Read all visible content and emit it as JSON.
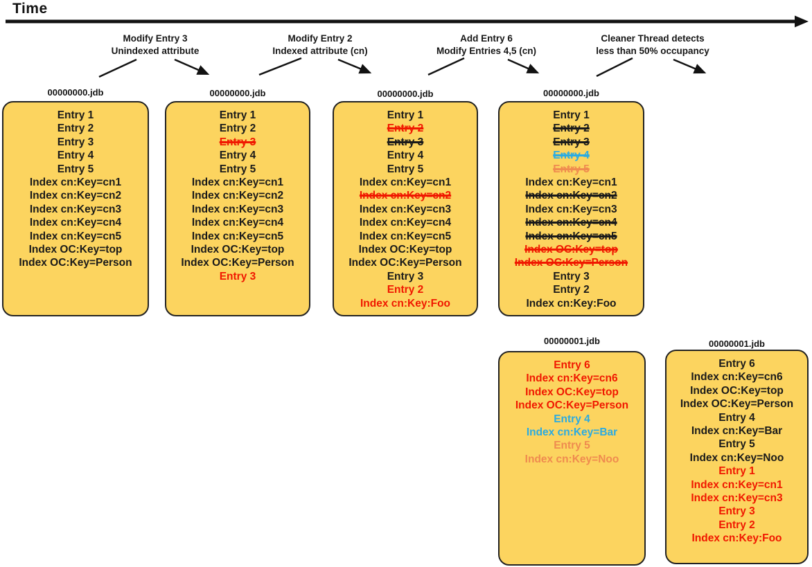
{
  "timeline": {
    "label": "Time"
  },
  "annotations": [
    {
      "line1": "Modify Entry 3",
      "line2": "Unindexed attribute"
    },
    {
      "line1": "Modify Entry 2",
      "line2": "Indexed attribute (cn)"
    },
    {
      "line1": "Add Entry 6",
      "line2": "Modify Entries 4,5 (cn)"
    },
    {
      "line1": "Cleaner Thread detects",
      "line2": "less than 50% occupancy"
    }
  ],
  "colors": {
    "box_fill": "#fcd45f",
    "box_border": "#222222",
    "black": "#1a1a1a",
    "red": "#f01800",
    "blue": "#2aabe2",
    "orange": "#ef8b4f"
  },
  "boxes": [
    {
      "title": "00000000.jdb",
      "entries": [
        {
          "text": "Entry 1",
          "color": "black"
        },
        {
          "text": "Entry 2",
          "color": "black"
        },
        {
          "text": "Entry 3",
          "color": "black"
        },
        {
          "text": "Entry 4",
          "color": "black"
        },
        {
          "text": "Entry 5",
          "color": "black"
        },
        {
          "text": "Index cn:Key=cn1",
          "color": "black"
        },
        {
          "text": "Index cn:Key=cn2",
          "color": "black"
        },
        {
          "text": "Index cn:Key=cn3",
          "color": "black"
        },
        {
          "text": "Index cn:Key=cn4",
          "color": "black"
        },
        {
          "text": "Index cn:Key=cn5",
          "color": "black"
        },
        {
          "text": "Index OC:Key=top",
          "color": "black"
        },
        {
          "text": "Index OC:Key=Person",
          "color": "black"
        }
      ]
    },
    {
      "title": "00000000.jdb",
      "entries": [
        {
          "text": "Entry 1",
          "color": "black"
        },
        {
          "text": "Entry 2",
          "color": "black"
        },
        {
          "text": "Entry 3",
          "color": "red",
          "strike": true
        },
        {
          "text": "Entry 4",
          "color": "black"
        },
        {
          "text": "Entry 5",
          "color": "black"
        },
        {
          "text": "Index cn:Key=cn1",
          "color": "black"
        },
        {
          "text": "Index cn:Key=cn2",
          "color": "black"
        },
        {
          "text": "Index cn:Key=cn3",
          "color": "black"
        },
        {
          "text": "Index cn:Key=cn4",
          "color": "black"
        },
        {
          "text": "Index cn:Key=cn5",
          "color": "black"
        },
        {
          "text": "Index OC:Key=top",
          "color": "black"
        },
        {
          "text": "Index OC:Key=Person",
          "color": "black"
        },
        {
          "text": "Entry 3",
          "color": "red"
        }
      ]
    },
    {
      "title": "00000000.jdb",
      "entries": [
        {
          "text": "Entry 1",
          "color": "black"
        },
        {
          "text": "Entry 2",
          "color": "red",
          "strike": true
        },
        {
          "text": "Entry 3",
          "color": "black",
          "strike": true
        },
        {
          "text": "Entry 4",
          "color": "black"
        },
        {
          "text": "Entry 5",
          "color": "black"
        },
        {
          "text": "Index cn:Key=cn1",
          "color": "black"
        },
        {
          "text": "Index cn:Key=cn2",
          "color": "red",
          "strike": true
        },
        {
          "text": "Index cn:Key=cn3",
          "color": "black"
        },
        {
          "text": "Index cn:Key=cn4",
          "color": "black"
        },
        {
          "text": "Index cn:Key=cn5",
          "color": "black"
        },
        {
          "text": "Index OC:Key=top",
          "color": "black"
        },
        {
          "text": "Index OC:Key=Person",
          "color": "black"
        },
        {
          "text": "Entry 3",
          "color": "black"
        },
        {
          "text": "Entry 2",
          "color": "red"
        },
        {
          "text": "Index cn:Key:Foo",
          "color": "red"
        }
      ]
    },
    {
      "title": "00000000.jdb",
      "entries": [
        {
          "text": "Entry 1",
          "color": "black"
        },
        {
          "text": "Entry 2",
          "color": "black",
          "strike": true
        },
        {
          "text": "Entry 3",
          "color": "black",
          "strike": true
        },
        {
          "text": "Entry 4",
          "color": "blue",
          "strike": true
        },
        {
          "text": "Entry 5",
          "color": "orange",
          "strike": true
        },
        {
          "text": "Index cn:Key=cn1",
          "color": "black"
        },
        {
          "text": "Index cn:Key=cn2",
          "color": "black",
          "strike": true
        },
        {
          "text": "Index cn:Key=cn3",
          "color": "black"
        },
        {
          "text": "Index cn:Key=cn4",
          "color": "black",
          "strike": true
        },
        {
          "text": "Index cn:Key=cn5",
          "color": "black",
          "strike": true
        },
        {
          "text": "Index OC:Key=top",
          "color": "red",
          "strike": true
        },
        {
          "text": "Index OC:Key=Person",
          "color": "red",
          "strike": true
        },
        {
          "text": "Entry 3",
          "color": "black"
        },
        {
          "text": "Entry 2",
          "color": "black"
        },
        {
          "text": "Index cn:Key:Foo",
          "color": "black"
        }
      ]
    },
    {
      "title": "00000001.jdb",
      "entries": [
        {
          "text": "Entry 6",
          "color": "red"
        },
        {
          "text": "Index cn:Key=cn6",
          "color": "red"
        },
        {
          "text": "Index OC:Key=top",
          "color": "red"
        },
        {
          "text": "Index OC:Key=Person",
          "color": "red"
        },
        {
          "text": "Entry 4",
          "color": "blue"
        },
        {
          "text": "Index cn:Key=Bar",
          "color": "blue"
        },
        {
          "text": "Entry 5",
          "color": "orange"
        },
        {
          "text": "Index cn:Key=Noo",
          "color": "orange"
        }
      ]
    },
    {
      "title": "00000001.jdb",
      "entries": [
        {
          "text": "Entry 6",
          "color": "black"
        },
        {
          "text": "Index cn:Key=cn6",
          "color": "black"
        },
        {
          "text": "Index OC:Key=top",
          "color": "black"
        },
        {
          "text": "Index OC:Key=Person",
          "color": "black"
        },
        {
          "text": "Entry 4",
          "color": "black"
        },
        {
          "text": "Index cn:Key=Bar",
          "color": "black"
        },
        {
          "text": "Entry 5",
          "color": "black"
        },
        {
          "text": "Index cn:Key=Noo",
          "color": "black"
        },
        {
          "text": "Entry 1",
          "color": "red"
        },
        {
          "text": "Index cn:Key=cn1",
          "color": "red"
        },
        {
          "text": "Index cn:Key=cn3",
          "color": "red"
        },
        {
          "text": "Entry 3",
          "color": "red"
        },
        {
          "text": "Entry 2",
          "color": "red"
        },
        {
          "text": "Index cn:Key:Foo",
          "color": "red"
        }
      ]
    }
  ]
}
